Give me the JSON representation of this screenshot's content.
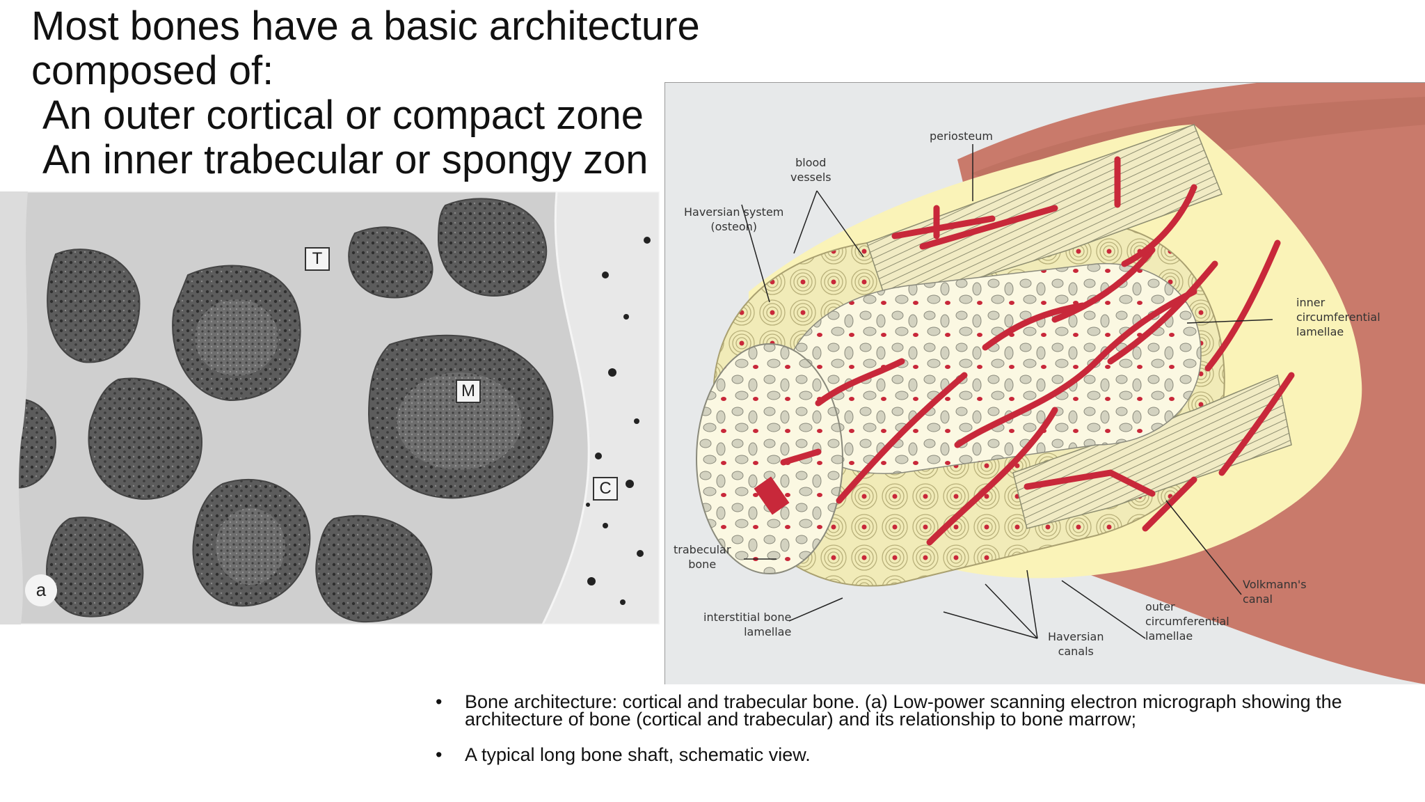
{
  "heading": {
    "line1": "Most bones have a basic architecture",
    "line2": "composed of:",
    "line3": "An outer cortical or compact zone",
    "line4": "An inner trabecular or spongy zon"
  },
  "micrograph": {
    "labels": {
      "t": "T",
      "m": "M",
      "c": "C",
      "a": "a"
    }
  },
  "diagram": {
    "labels": {
      "periosteum": "periosteum",
      "blood_vessels_1": "blood",
      "blood_vessels_2": "vessels",
      "haversian_system_1": "Haversian system",
      "haversian_system_2": "(osteon)",
      "inner_circ_1": "inner",
      "inner_circ_2": "circumferential",
      "inner_circ_3": "lamellae",
      "trabecular_1": "trabecular",
      "trabecular_2": "bone",
      "interstitial_1": "interstitial bone",
      "interstitial_2": "lamellae",
      "haversian_canals_1": "Haversian",
      "haversian_canals_2": "canals",
      "outer_circ_1": "outer",
      "outer_circ_2": "circumferential",
      "outer_circ_3": "lamellae",
      "volkmann_1": "Volkmann's",
      "volkmann_2": "canal"
    },
    "colors": {
      "vessel": "#c8283a",
      "bone": "#f3eebd",
      "outer_tube": "#c97a6b"
    }
  },
  "bullets": [
    "Bone architecture: cortical and trabecular bone. (a) Low-power scanning electron micrograph showing the architecture of bone (cortical and trabecular) and its relationship to bone marrow;",
    "A typical long bone shaft, schematic view."
  ]
}
